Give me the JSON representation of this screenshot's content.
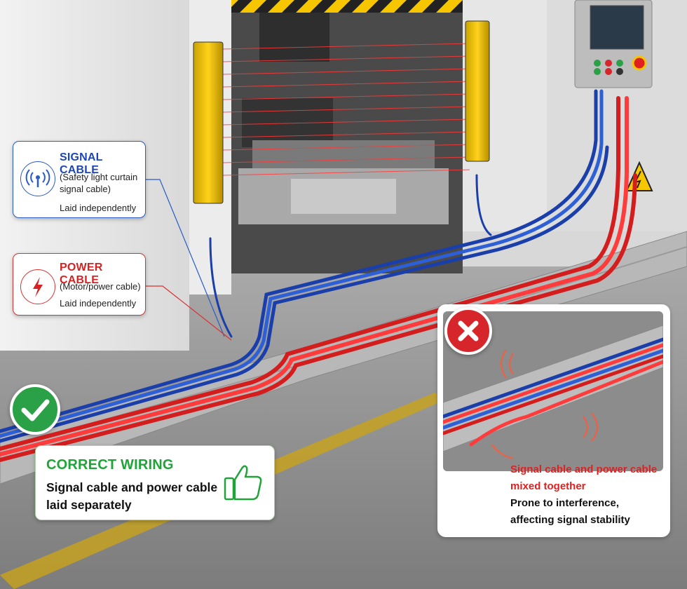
{
  "signal_callout": {
    "title": "SIGNAL CABLE",
    "subtitle": "(Safety light curtain signal cable)",
    "note": "Laid independently",
    "icon": "antenna-icon",
    "color": "#2a5bc7"
  },
  "power_callout": {
    "title": "POWER CABLE",
    "subtitle": "(Motor/power cable)",
    "note": "Laid independently",
    "icon": "lightning-icon",
    "color": "#d93232"
  },
  "correct_panel": {
    "badge_icon": "checkmark-icon",
    "title": "CORRECT WIRING",
    "text": "Signal cable and power cable laid separately",
    "icon": "thumbs-up-icon",
    "color": "#21a33a"
  },
  "wrong_panel": {
    "badge_icon": "cross-icon",
    "warning": "Signal cable and power cable mixed together",
    "text": "Prone to interference, affecting signal stability",
    "color": "#e02020"
  },
  "machine": {
    "hazard_icon": "high-voltage-warning-icon",
    "stop_button": "emergency-stop-icon"
  }
}
